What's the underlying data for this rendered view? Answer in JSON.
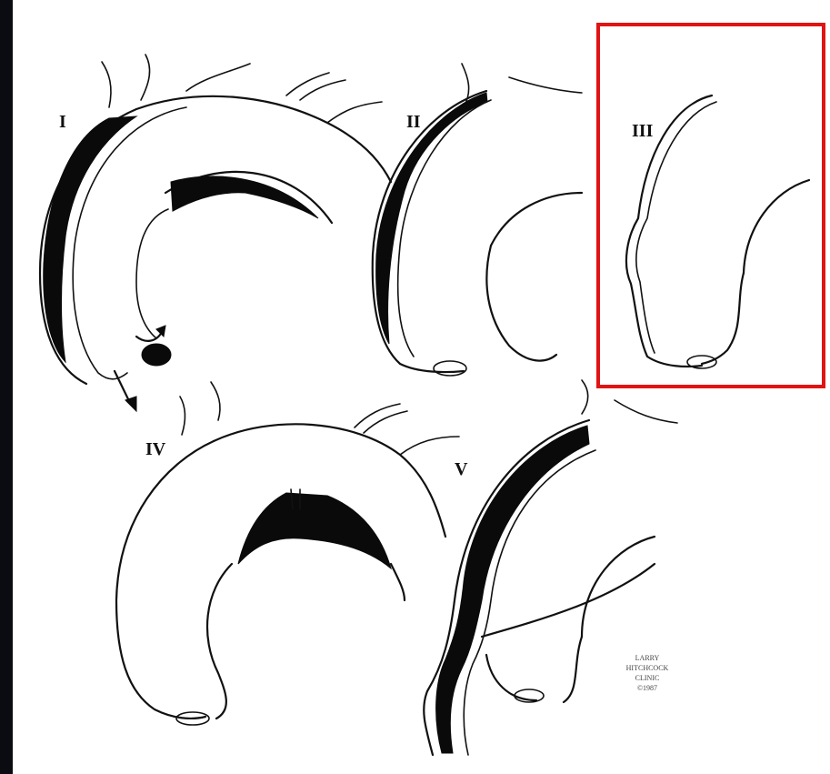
{
  "panels": [
    {
      "id": "I",
      "label": "I"
    },
    {
      "id": "II",
      "label": "II"
    },
    {
      "id": "III",
      "label": "III"
    },
    {
      "id": "IV",
      "label": "IV"
    },
    {
      "id": "V",
      "label": "V"
    }
  ],
  "highlight": {
    "panel": "III",
    "color": "#e01414"
  },
  "signature": [
    "LARRY",
    "HITCHCOCK",
    "CLINIC",
    "©1987"
  ],
  "colors": {
    "background": "#0b0c12",
    "sheet": "#ffffff",
    "ink": "#0a0a0a"
  }
}
